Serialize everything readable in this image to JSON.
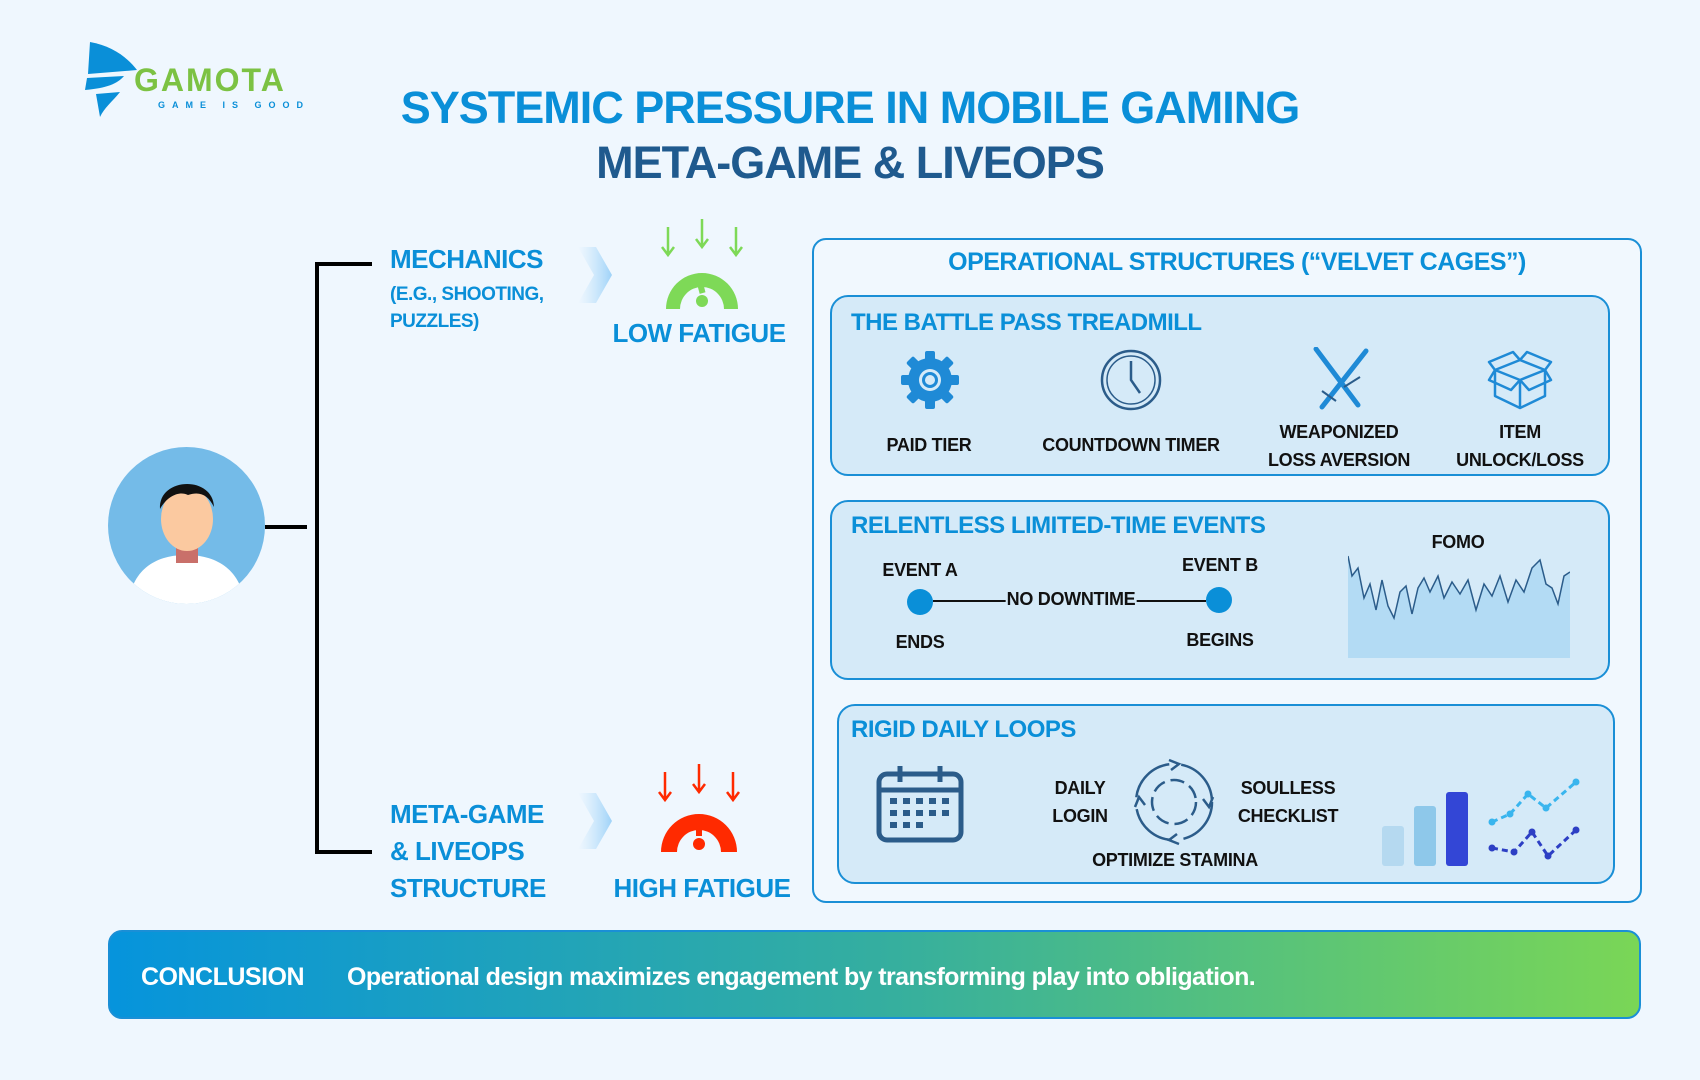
{
  "logo": {
    "name": "GAMOTA",
    "tagline": "GAME IS GOOD"
  },
  "header": {
    "title_line1": "SYSTEMIC PRESSURE IN MOBILE GAMING",
    "title_line2": "META-GAME & LIVEOPS"
  },
  "left": {
    "mechanics": {
      "title": "MECHANICS",
      "sub1": "(E.G., SHOOTING,",
      "sub2": "PUZZLES)",
      "fatigue": "LOW FATIGUE",
      "color": "#7ed957"
    },
    "metagame": {
      "line1": "META-GAME",
      "line2": "& LIVEOPS",
      "line3": "STRUCTURE",
      "fatigue": "HIGH FATIGUE",
      "color": "#ff2a00"
    }
  },
  "panel": {
    "title": "OPERATIONAL STRUCTURES (“VELVET CAGES”)",
    "battle_pass": {
      "title": "THE BATTLE PASS TREADMILL",
      "items": [
        {
          "icon": "gear-icon",
          "label1": "PAID TIER",
          "label2": ""
        },
        {
          "icon": "clock-icon",
          "label1": "COUNTDOWN TIMER",
          "label2": ""
        },
        {
          "icon": "crossed-swords-icon",
          "label1": "WEAPONIZED",
          "label2": "LOSS AVERSION"
        },
        {
          "icon": "box-icon",
          "label1": "ITEM",
          "label2": "UNLOCK/LOSS"
        }
      ]
    },
    "events": {
      "title": "RELENTLESS LIMITED-TIME EVENTS",
      "event_a": "EVENT A",
      "ends": "ENDS",
      "no_downtime": "NO DOWNTIME",
      "event_b": "EVENT B",
      "begins": "BEGINS",
      "fomo": "FOMO"
    },
    "daily": {
      "title": "RIGID DAILY LOOPS",
      "daily_login_1": "DAILY",
      "daily_login_2": "LOGIN",
      "soulless_1": "SOULLESS",
      "soulless_2": "CHECKLIST",
      "optimize": "OPTIMIZE STAMINA"
    }
  },
  "conclusion": {
    "label": "CONCLUSION",
    "text": "Operational design maximizes engagement by transforming play into obligation."
  }
}
